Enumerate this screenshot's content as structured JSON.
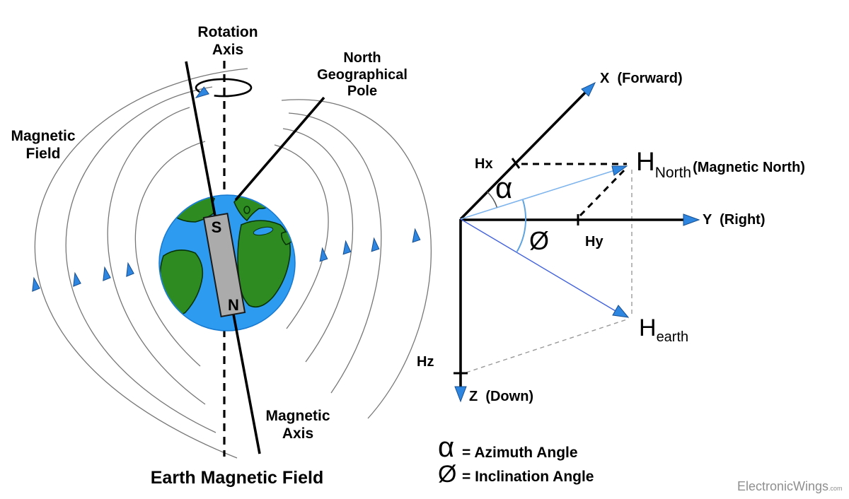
{
  "title": "Earth Magnetic Field",
  "colors": {
    "arrow_blue": "#2E86E0",
    "arrow_blue_edge": "#174F8F",
    "earth_ocean": "#2D9BF0",
    "earth_land": "#2E8B22",
    "magnet_gray": "#ABABAB",
    "field_line_gray": "#777777",
    "vector_light_blue": "#7FB5EC",
    "vector_royal_blue": "#4463D9",
    "inclination_arc_blue": "#5FA4E0",
    "dashed_gray": "#999999",
    "watermark_gray": "#8F8F8F"
  },
  "left": {
    "rotation_axis_label": "Rotation\nAxis",
    "north_pole_label": "North\nGeographical\nPole",
    "magnetic_field_label": "Magnetic\nField",
    "magnetic_axis_label": "Magnetic\nAxis",
    "caption": "Earth Magnetic Field",
    "magnet_s": "S",
    "magnet_n": "N"
  },
  "right": {
    "x_axis_label": "X  (Forward)",
    "y_axis_label": "Y  (Right)",
    "z_axis_label": "Z  (Down)",
    "hx_label": "Hx",
    "hy_label": "Hy",
    "hz_label": "Hz",
    "h_north_symbol": "H",
    "h_north_sub": "North",
    "h_north_note": "(Magnetic North)",
    "h_earth_symbol": "H",
    "h_earth_sub": "earth",
    "alpha_symbol": "α",
    "inclination_symbol": "Ø"
  },
  "legend": {
    "alpha_symbol": "α",
    "alpha_text": "= Azimuth Angle",
    "inclination_symbol": "Ø",
    "inclination_text": "= Inclination Angle"
  },
  "watermark": {
    "name": "ElectronicWings",
    "suffix": ".com"
  }
}
